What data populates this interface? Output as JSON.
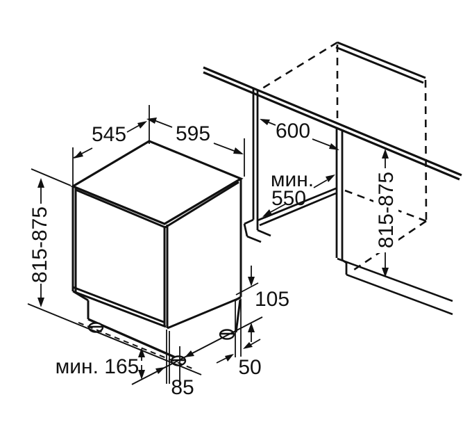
{
  "diagram": {
    "type": "installation-drawing",
    "subject": "built-in dishwasher niche dimensions",
    "colors": {
      "line": "#111111",
      "background": "#ffffff"
    },
    "labels": {
      "top_depth": "545",
      "top_width": "595",
      "niche_width": "600",
      "niche_depth_min": "мин.",
      "niche_depth_value": "550",
      "left_height_range": "815-875",
      "right_height_range": "815-875",
      "base_height": "105",
      "rear_gap": "50",
      "foot_inset": "85",
      "recess_min": "мин. 165"
    }
  }
}
